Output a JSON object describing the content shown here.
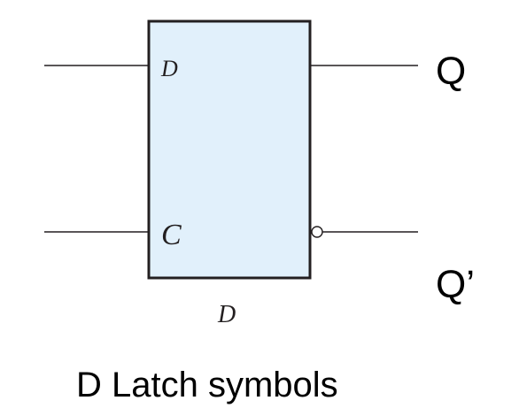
{
  "block": {
    "input_d_label": "D",
    "input_c_label": "C",
    "type_label": "D"
  },
  "outputs": {
    "q_label": "Q",
    "q_prime_label": "Q’"
  },
  "caption": "D Latch symbols",
  "colors": {
    "block_fill": "#e1f0fb",
    "stroke": "#231f20",
    "text": "#000000",
    "inverter_bubble": "#ffffff"
  }
}
